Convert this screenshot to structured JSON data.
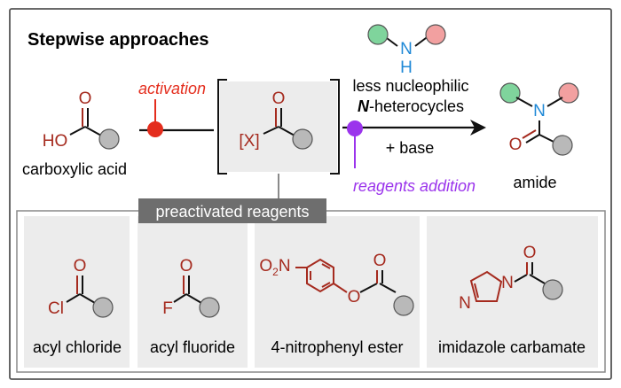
{
  "title": "Stepwise approaches",
  "steps": {
    "activation": "activation",
    "reagents_addition": "reagents addition"
  },
  "compounds": {
    "carboxylic_acid": "carboxylic acid",
    "amine_conditions_line1": "less nucleophilic",
    "amine_conditions_line2_prefix": "N",
    "amine_conditions_line2_rest": "-heterocycles",
    "base": "+ base",
    "product": "amide"
  },
  "atoms": {
    "hydroxyl": "HO",
    "oxygen": "O",
    "nitrogen": "N",
    "hydrogen": "H",
    "leaving_group": "[X]",
    "chlorine": "Cl",
    "fluorine": "F",
    "nitro_O": "O",
    "nitro_2": "2",
    "nitro_N": "N"
  },
  "preactivated_label": "preactivated reagents",
  "reagents": [
    {
      "label": "acyl chloride"
    },
    {
      "label": "acyl fluoride"
    },
    {
      "label": "4-nitrophenyl ester"
    },
    {
      "label": "imidazole carbamate"
    }
  ],
  "colors": {
    "atom_red": "#a52a1e",
    "nitrogen_blue": "#1e88d6",
    "activation_red": "#e42d1d",
    "addition_purple": "#9b34ec",
    "panel_gray": "#ececec",
    "label_bar": "#6e6e6e",
    "substituent_green": "#7fd49c",
    "substituent_pink": "#f2a0a0",
    "substituent_gray": "#b9b9b9"
  }
}
